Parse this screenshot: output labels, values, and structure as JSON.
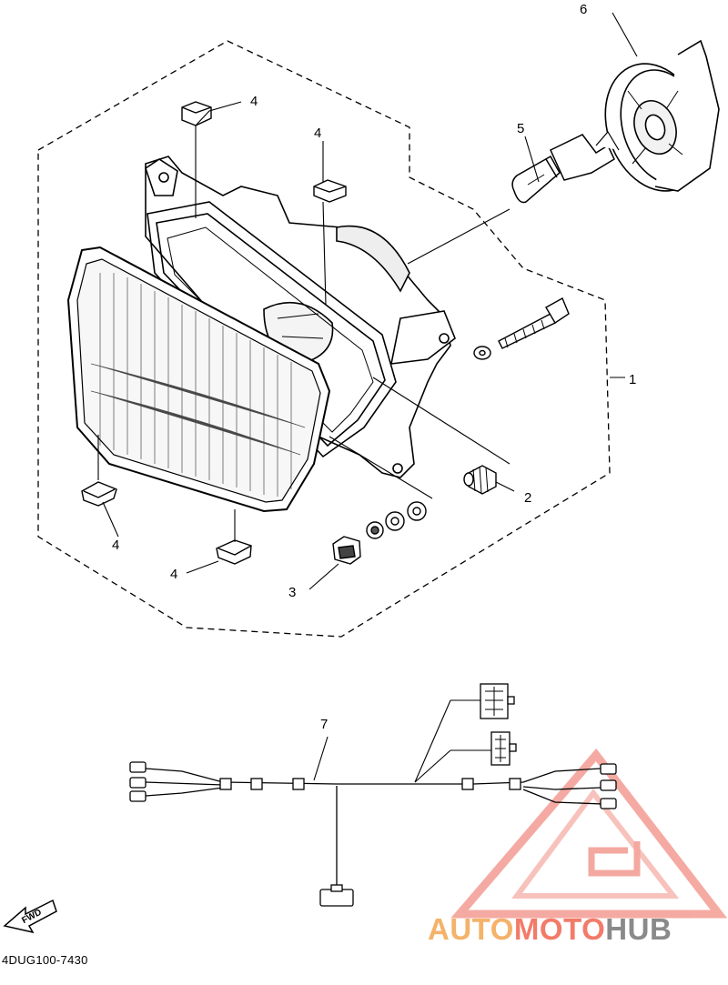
{
  "diagram": {
    "part_code": "4DUG100-7430",
    "fwd_label": "FWD",
    "callouts": {
      "assembly": "1",
      "socket_2": "2",
      "socket_3": "3",
      "clip_top_left": "4",
      "clip_top_center": "4",
      "clip_bottom_left": "4",
      "clip_bottom_center": "4",
      "bulb": "5",
      "bulb_cover": "6",
      "harness": "7"
    }
  },
  "watermark": {
    "part1": "AUTO",
    "part2": "MOTO",
    "part3": "HUB",
    "colors": {
      "auto": "#f4b26a",
      "moto": "#f27b6a",
      "hub": "#8a8a8a",
      "logo": "#f08a80"
    }
  }
}
